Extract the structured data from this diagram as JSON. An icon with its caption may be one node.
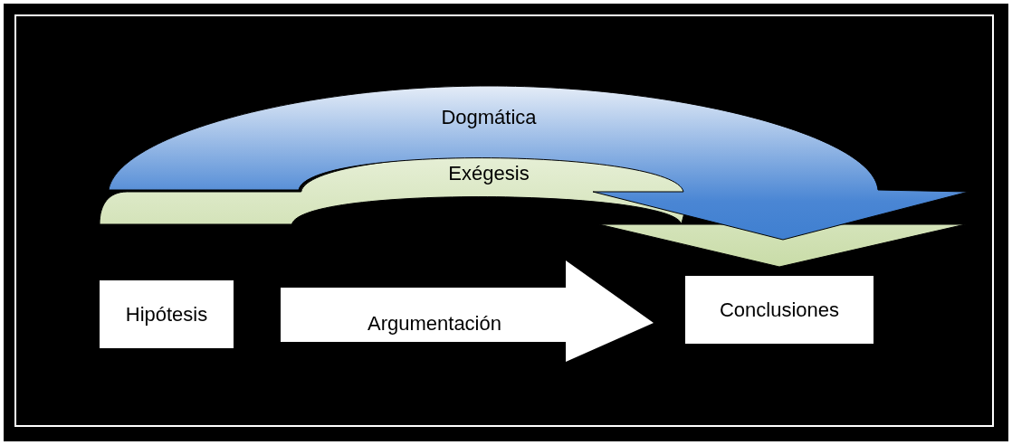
{
  "diagram": {
    "nodes": [
      {
        "text": [
          "Hipótesis"
        ]
      },
      {
        "text": [
          "Conclusiones"
        ]
      }
    ],
    "edges": [
      {
        "from": 0,
        "to": 1,
        "arrow": "to",
        "label": "Dogmática"
      },
      {
        "from": 0,
        "to": 1,
        "arrow": "to",
        "label": "Exégesis"
      },
      {
        "from": 0,
        "to": 1,
        "arrow": "to",
        "label": "Argumentación"
      }
    ]
  }
}
